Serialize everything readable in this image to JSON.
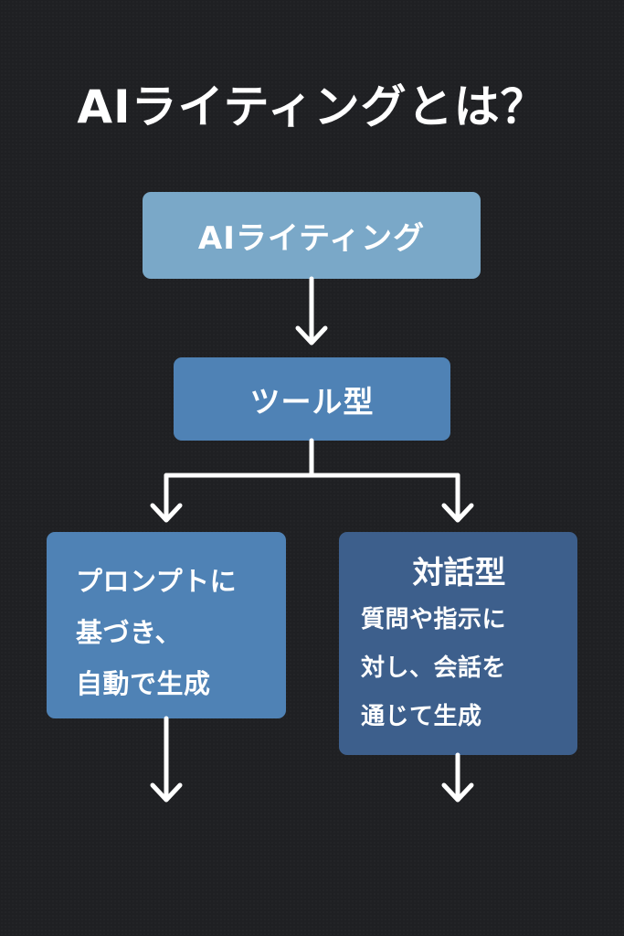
{
  "title": "AIライティングとは？",
  "nodes": {
    "root": {
      "label": "AIライティング"
    },
    "tool_type": {
      "label": "ツール型"
    },
    "prompt_based": {
      "lines": [
        "プロンプトに",
        "基づき、",
        "自動で生成"
      ]
    },
    "dialog_type": {
      "heading": "対話型",
      "lines": [
        "質問や指示に",
        "対し、会話を",
        "通じて生成"
      ]
    }
  },
  "colors": {
    "background": "#1f2023",
    "root_box": "#7aa8c8",
    "tool_box": "#4f82b5",
    "prompt_box": "#4f82b5",
    "dialog_box": "#3d5f8c",
    "arrow": "#ffffff"
  }
}
